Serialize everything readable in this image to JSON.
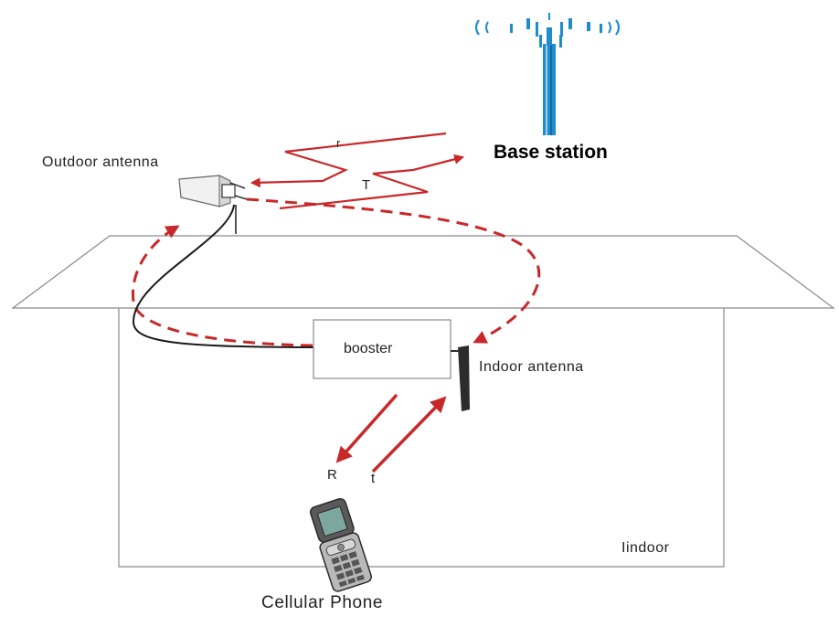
{
  "labels": {
    "outdoor_antenna": "Outdoor antenna",
    "base_station": "Base station",
    "booster": "booster",
    "indoor_antenna": "Indoor antenna",
    "indoor": "Iindoor",
    "cellular_phone": "Cellular Phone",
    "signal_r_outdoor": "r",
    "signal_t_outdoor": "T",
    "signal_r_indoor": "R",
    "signal_t_indoor": "t"
  },
  "colors": {
    "arrow_red": "#c8282a",
    "tower_blue": "#1f8ccd",
    "outline_gray": "#8a8a8a",
    "cable": "#1a1a1a"
  },
  "icons": {
    "tower": "cell-tower-icon",
    "outdoor_antenna": "panel-antenna-icon",
    "indoor_antenna": "whip-antenna-icon",
    "phone": "flip-phone-icon"
  }
}
